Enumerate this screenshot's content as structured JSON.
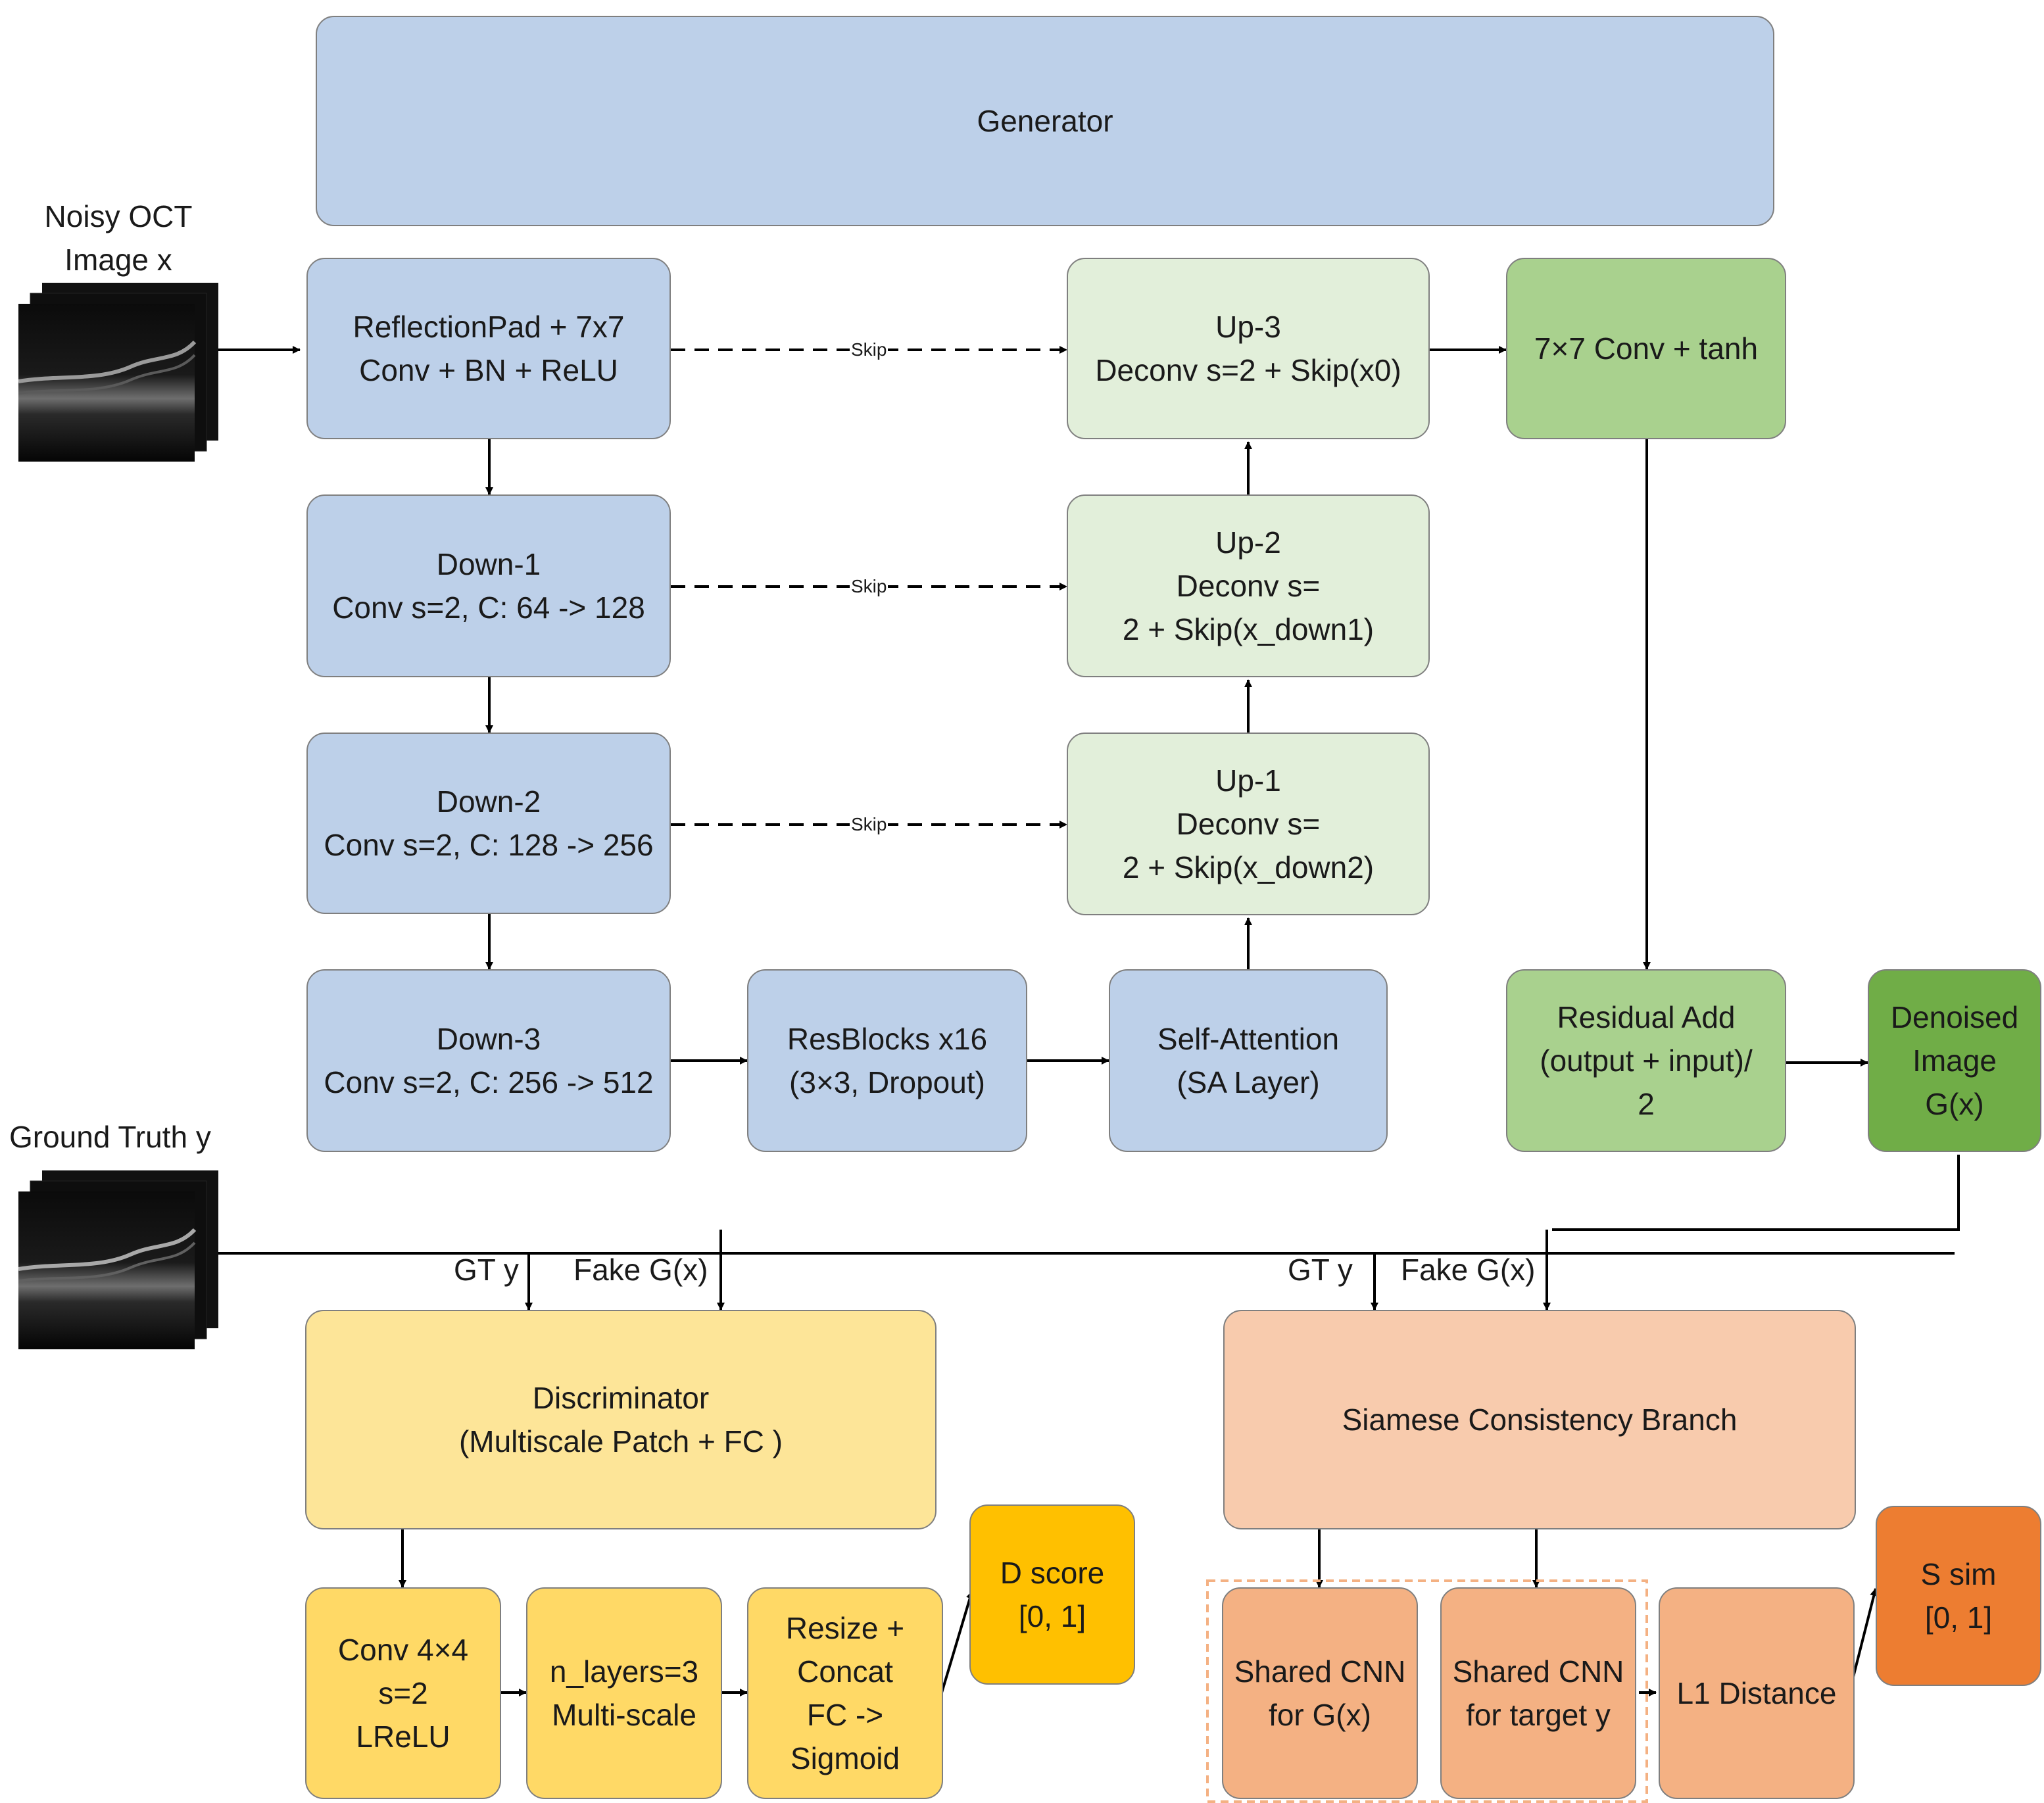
{
  "inputs": {
    "noisy_label": [
      "Noisy OCT",
      "Image x"
    ],
    "gt_label": "Ground Truth y"
  },
  "generator": {
    "title": "Generator",
    "reflection": [
      "ReflectionPad + 7x7",
      "Conv + BN + ReLU"
    ],
    "down1": [
      "Down-1",
      "Conv s=2, C: 64 -> 128"
    ],
    "down2": [
      "Down-2",
      "Conv s=2, C: 128 -> 256"
    ],
    "down3": [
      "Down-3",
      "Conv s=2, C: 256 -> 512"
    ],
    "resblocks": [
      "ResBlocks x16",
      "(3×3, Dropout)"
    ],
    "attention": [
      "Self-Attention",
      "(SA Layer)"
    ],
    "up1": [
      "Up-1",
      "Deconv s=",
      "2 + Skip(x_down2)"
    ],
    "up2": [
      "Up-2",
      "Deconv s=",
      "2 + Skip(x_down1)"
    ],
    "up3": [
      "Up-3",
      "Deconv s=2 + Skip(x0)"
    ],
    "conv_tanh": "7×7 Conv + tanh",
    "residual": [
      "Residual Add",
      "(output + input)/",
      "2"
    ],
    "denoised": [
      "Denoised",
      "Image",
      "G(x)"
    ],
    "skip_label": "Skip"
  },
  "discriminator": {
    "title": [
      "Discriminator",
      "(Multiscale Patch + FC )"
    ],
    "conv": [
      "Conv 4×4",
      "s=2",
      "LReLU"
    ],
    "layers": [
      "n_layers=3",
      "Multi-scale"
    ],
    "resize": [
      "Resize +",
      "Concat",
      "FC ->",
      "Sigmoid"
    ],
    "score": [
      "D score",
      "[0, 1]"
    ],
    "gt_label": "GT y",
    "fake_label": "Fake G(x)"
  },
  "siamese": {
    "title": "Siamese Consistency Branch",
    "cnn_gx": [
      "Shared CNN",
      "for G(x)"
    ],
    "cnn_y": [
      "Shared CNN",
      "for target y"
    ],
    "l1": "L1 Distance",
    "sim": [
      "S sim",
      "[0, 1]"
    ],
    "gt_label": "GT y",
    "fake_label": "Fake G(x)"
  },
  "colors": {
    "generator_blue": "#bdd0e9",
    "decoder_light_green": "#e2efda",
    "output_green": "#a9d18e",
    "denoised_green": "#70ad47",
    "discriminator_yellow": "#fde598",
    "disc_layer_yellow": "#ffd966",
    "score_gold": "#ffc000",
    "siamese_peach": "#f8cbad",
    "cnn_salmon": "#f4b183",
    "sim_orange": "#ed7d31",
    "shared_group_dash": "#f4b183"
  }
}
